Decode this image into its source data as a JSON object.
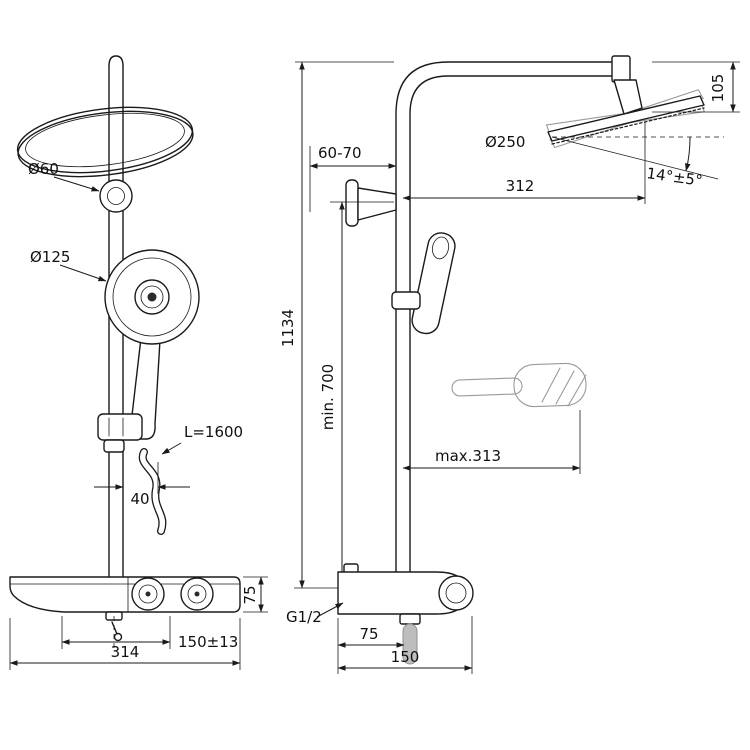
{
  "colors": {
    "ink": "#1a1a1a",
    "ghost": "#9a9a9a",
    "background": "#ffffff"
  },
  "front_view": {
    "pipe_mount_diameter": "Ø60",
    "hand_shower_diameter": "Ø125",
    "hose_length": "L=1600",
    "pipe_to_hose_offset": "40",
    "base_height": "75",
    "supply_spacing": "150±13",
    "base_width": "314"
  },
  "side_view": {
    "overall_height": "1134",
    "min_mounting_height": "min. 700",
    "wall_clearance": "60-70",
    "head_shower_diameter": "Ø250",
    "arm_projection": "312",
    "head_drop": "105",
    "head_tilt_angle": "14°±5°",
    "hand_shower_reach": "max.313",
    "connection_thread": "G1/2",
    "outlet_offset": "75",
    "base_depth": "150"
  }
}
